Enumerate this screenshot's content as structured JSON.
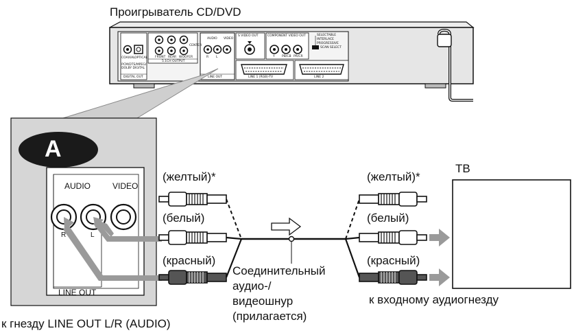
{
  "labels": {
    "player_title": "Проигрыватель CD/DVD",
    "callout_letter": "A",
    "audio": "AUDIO",
    "video": "VIDEO",
    "r": "R",
    "l": "L",
    "line_out": "LINE OUT",
    "yellow_left": "(желтый)*",
    "white_left": "(белый)",
    "red_left": "(красный)",
    "yellow_right": "(желтый)*",
    "white_right": "(белый)",
    "red_right": "(красный)",
    "tv": "ТВ",
    "cable_line1": "Соединительный",
    "cable_line2": "аудио-/",
    "cable_line3": "видеошнур",
    "cable_line4": "(прилагается)",
    "to_audio_input": "к входному аудиогнезду",
    "to_line_out": "к гнезду LINE OUT L/R (AUDIO)"
  },
  "player_panel": {
    "digital_out": "DIGITAL OUT",
    "coaxial": "COAXIAL",
    "optical": "OPTICAL",
    "pcm_dts": "PCM/DTS/MPEG/ DOLBY DIGITAL",
    "ch_output": "5.1CH OUTPUT",
    "front": "FRONT",
    "rear": "REAR",
    "woofer": "WOOFER",
    "center": "CENTER",
    "audio": "AUDIO",
    "video": "VIDEO",
    "r": "R",
    "l": "L",
    "line_out": "LINE OUT",
    "s_video_out": "S VIDEO OUT",
    "component_video_out": "COMPONENT VIDEO OUT",
    "y": "Y",
    "pb_cb": "PB/CB",
    "pr_cr": "PR/CR",
    "selectable": "SELECTABLE",
    "interlace": "INTERLACE",
    "progressive": "PROGRESSIVE",
    "scan_select": "SCAN SELECT",
    "line1": "LINE 1 (RGB)-TV",
    "line2": "LINE 2"
  },
  "colors": {
    "stroke": "#111111",
    "panel_gray": "#d9d9d9",
    "callout_bg": "#d6d6d6",
    "arrow_gray": "#9a9a9a",
    "plug_dark": "#333333"
  }
}
